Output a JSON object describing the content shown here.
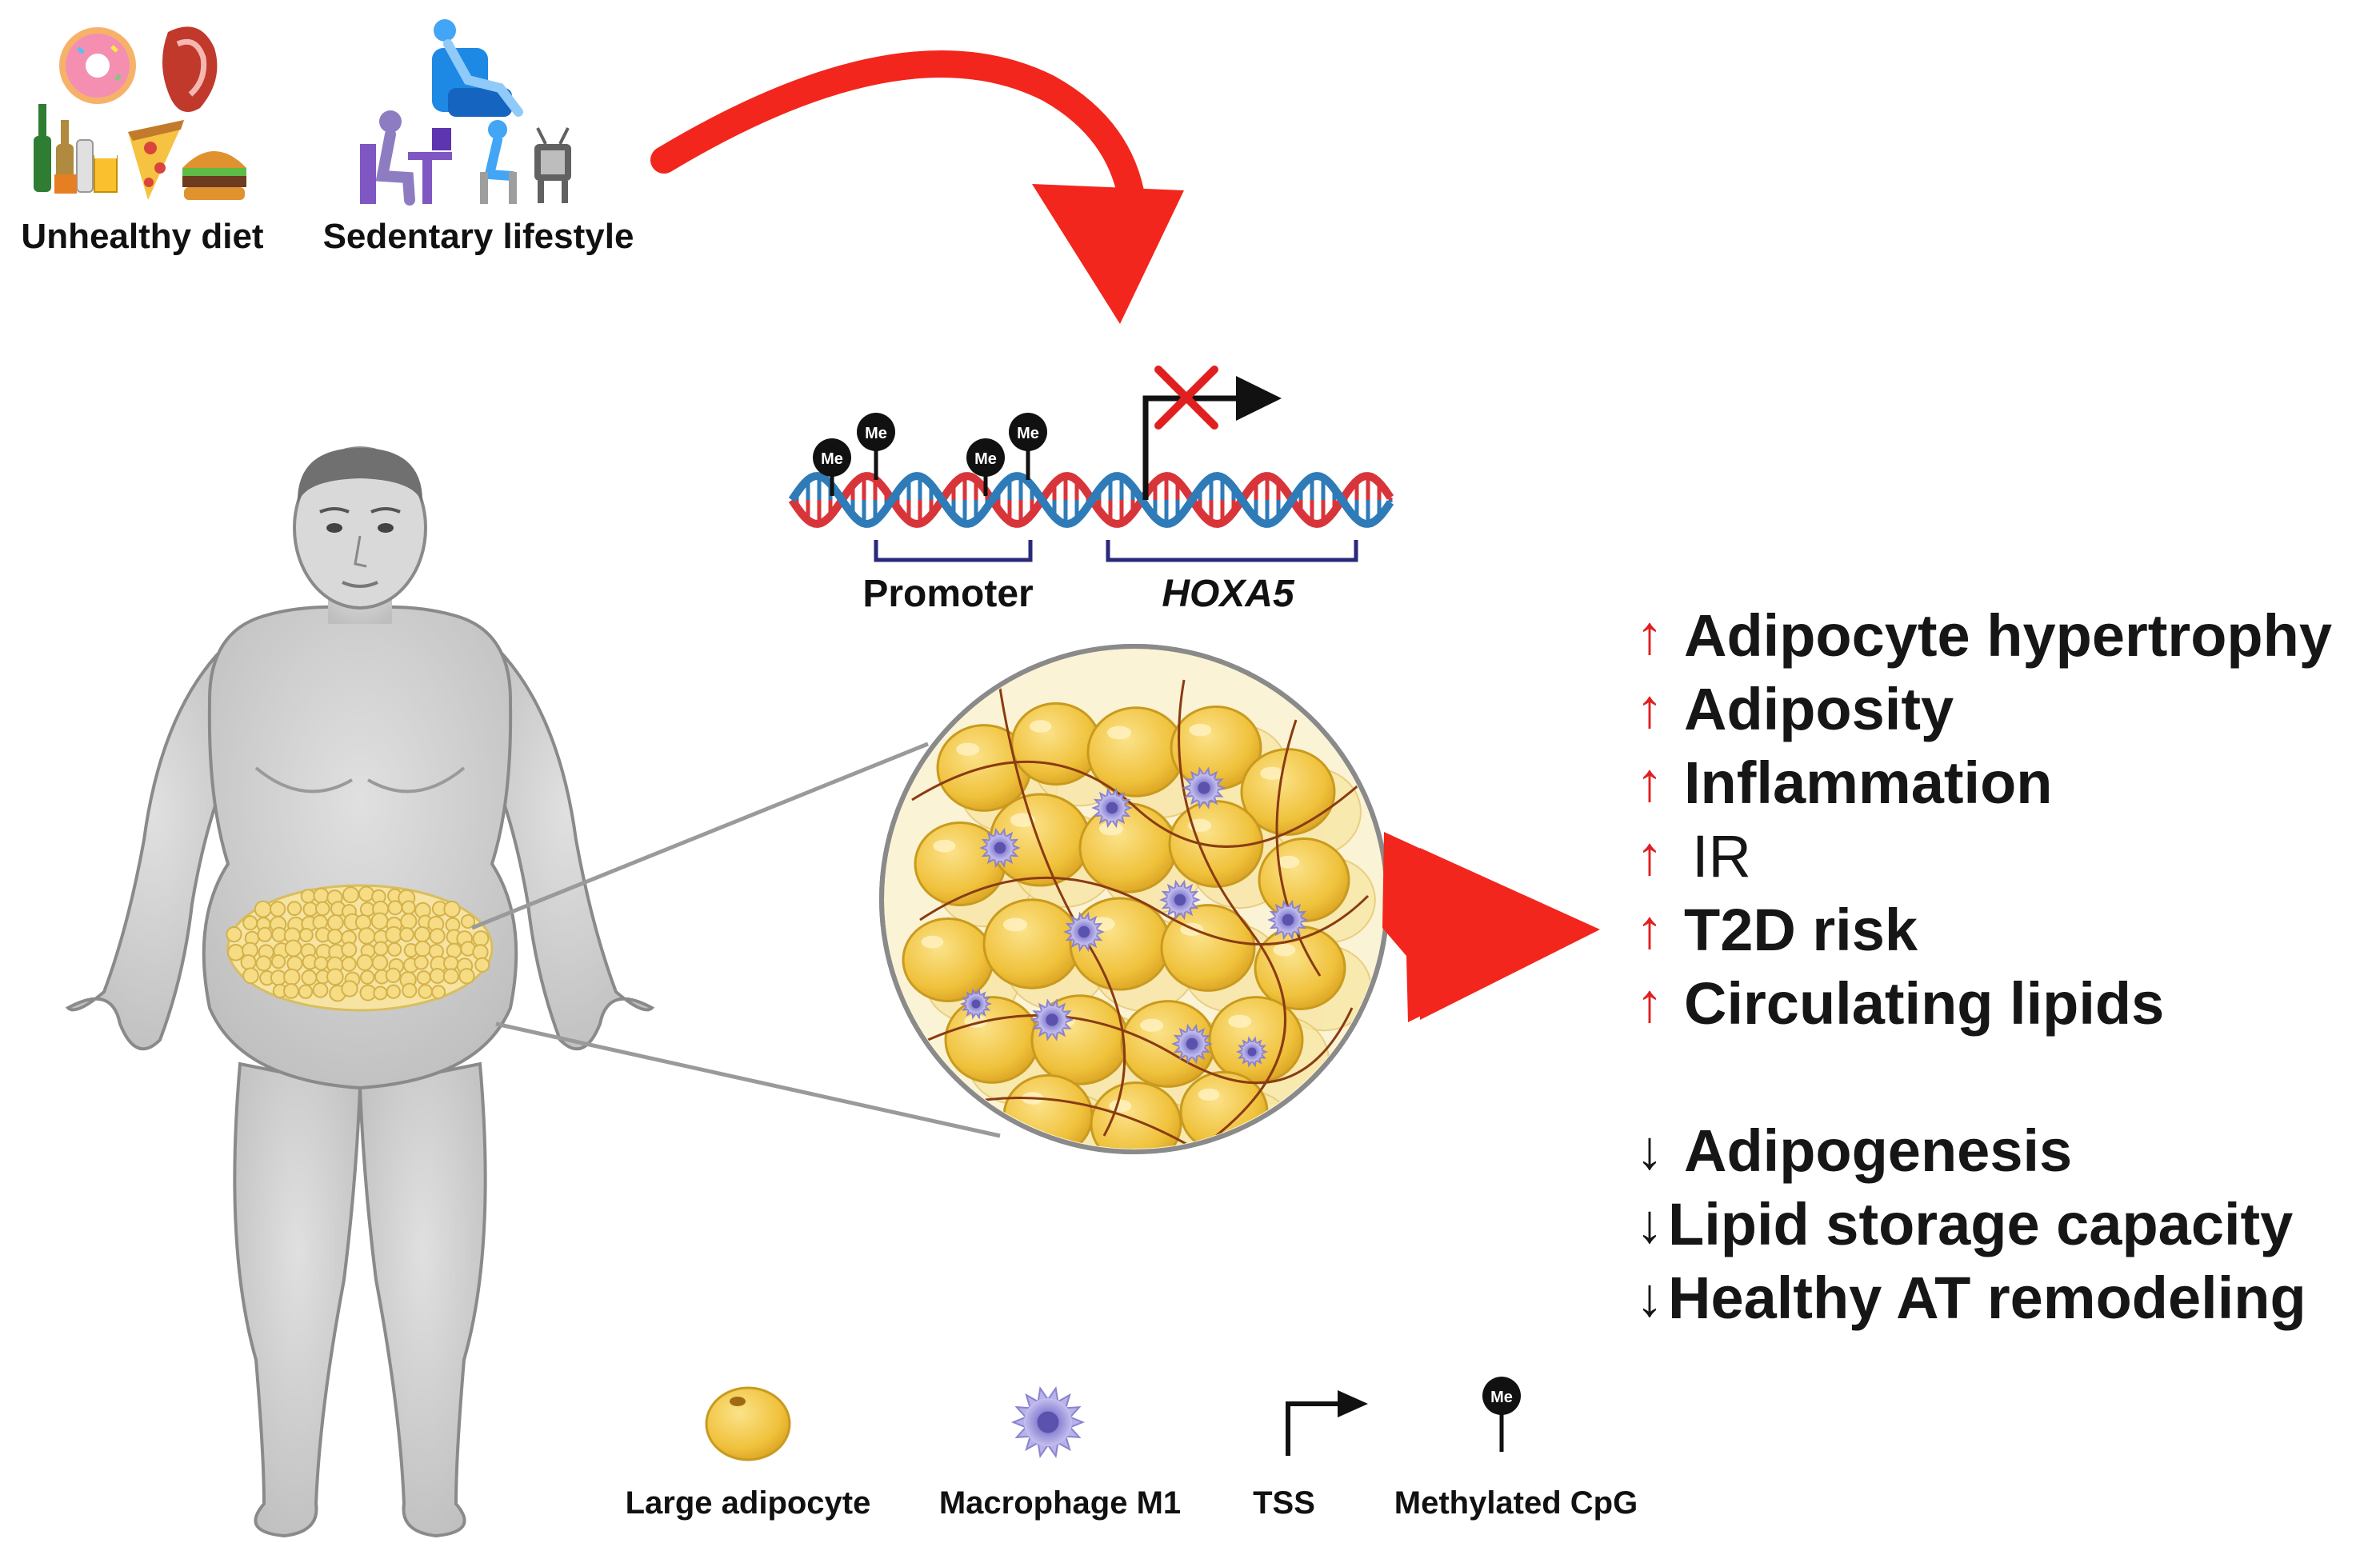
{
  "lifestyle": {
    "diet_label": "Unhealthy diet",
    "sedentary_label": "Sedentary lifestyle"
  },
  "gene": {
    "methyl_mark": "Me",
    "promoter_label": "Promoter",
    "gene_label": "HOXA5"
  },
  "effects": {
    "increased": [
      {
        "arrow": "↑",
        "text": "Adipocyte hypertrophy"
      },
      {
        "arrow": "↑",
        "text": "Adiposity"
      },
      {
        "arrow": "↑",
        "text": "Inflammation"
      },
      {
        "arrow": "↑",
        "text": "IR"
      },
      {
        "arrow": "↑",
        "text": "T2D risk"
      },
      {
        "arrow": "↑",
        "text": "Circulating lipids"
      }
    ],
    "decreased": [
      {
        "arrow": "↓",
        "text": "Adipogenesis"
      },
      {
        "arrow": "↓",
        "text": "Lipid storage capacity"
      },
      {
        "arrow": "↓",
        "text": "Healthy AT remodeling"
      }
    ]
  },
  "legend": {
    "large_adipocyte": "Large adipocyte",
    "macrophage": "Macrophage M1",
    "tss": "TSS",
    "methylated_cpg": "Methylated CpG"
  },
  "colors": {
    "up_arrow": "#e02020",
    "big_arrow": "#f2261d",
    "adipocyte": "#f2c744",
    "macrophage": "#9a93d6",
    "dna_red": "#d8353a",
    "dna_blue": "#2f7bb8",
    "body": "#cfcfcf"
  }
}
